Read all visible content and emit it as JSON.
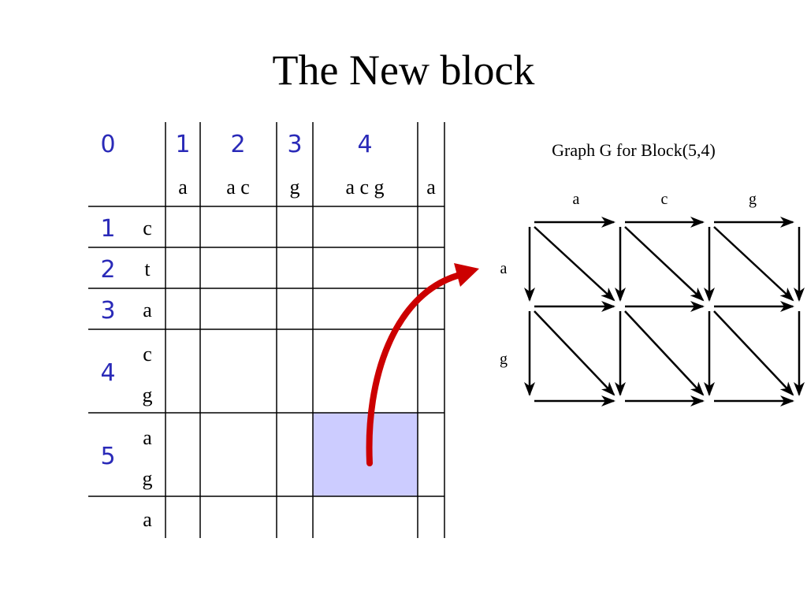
{
  "title": "The New block",
  "colors": {
    "index_blue": "#2a2ab8",
    "highlight": "#ccccff",
    "arrow_red": "#cc0000",
    "line": "#000000"
  },
  "grid": {
    "corner_label": "0",
    "col_indices": [
      "1",
      "2",
      "3",
      "4",
      ""
    ],
    "col_letters": [
      "a",
      "a c",
      "g",
      "a c g",
      "a"
    ],
    "row_indices": [
      "1",
      "2",
      "3",
      "4",
      "5",
      ""
    ],
    "row_letters": [
      [
        "c"
      ],
      [
        "t"
      ],
      [
        "a"
      ],
      [
        "c",
        "g"
      ],
      [
        "a",
        "g"
      ],
      [
        "a"
      ]
    ],
    "highlight_cell": {
      "row": 5,
      "col": 4
    }
  },
  "graph": {
    "title": "Graph G for Block(5,4)",
    "col_letters": [
      "a",
      "c",
      "g"
    ],
    "row_letters": [
      "a",
      "g"
    ]
  }
}
